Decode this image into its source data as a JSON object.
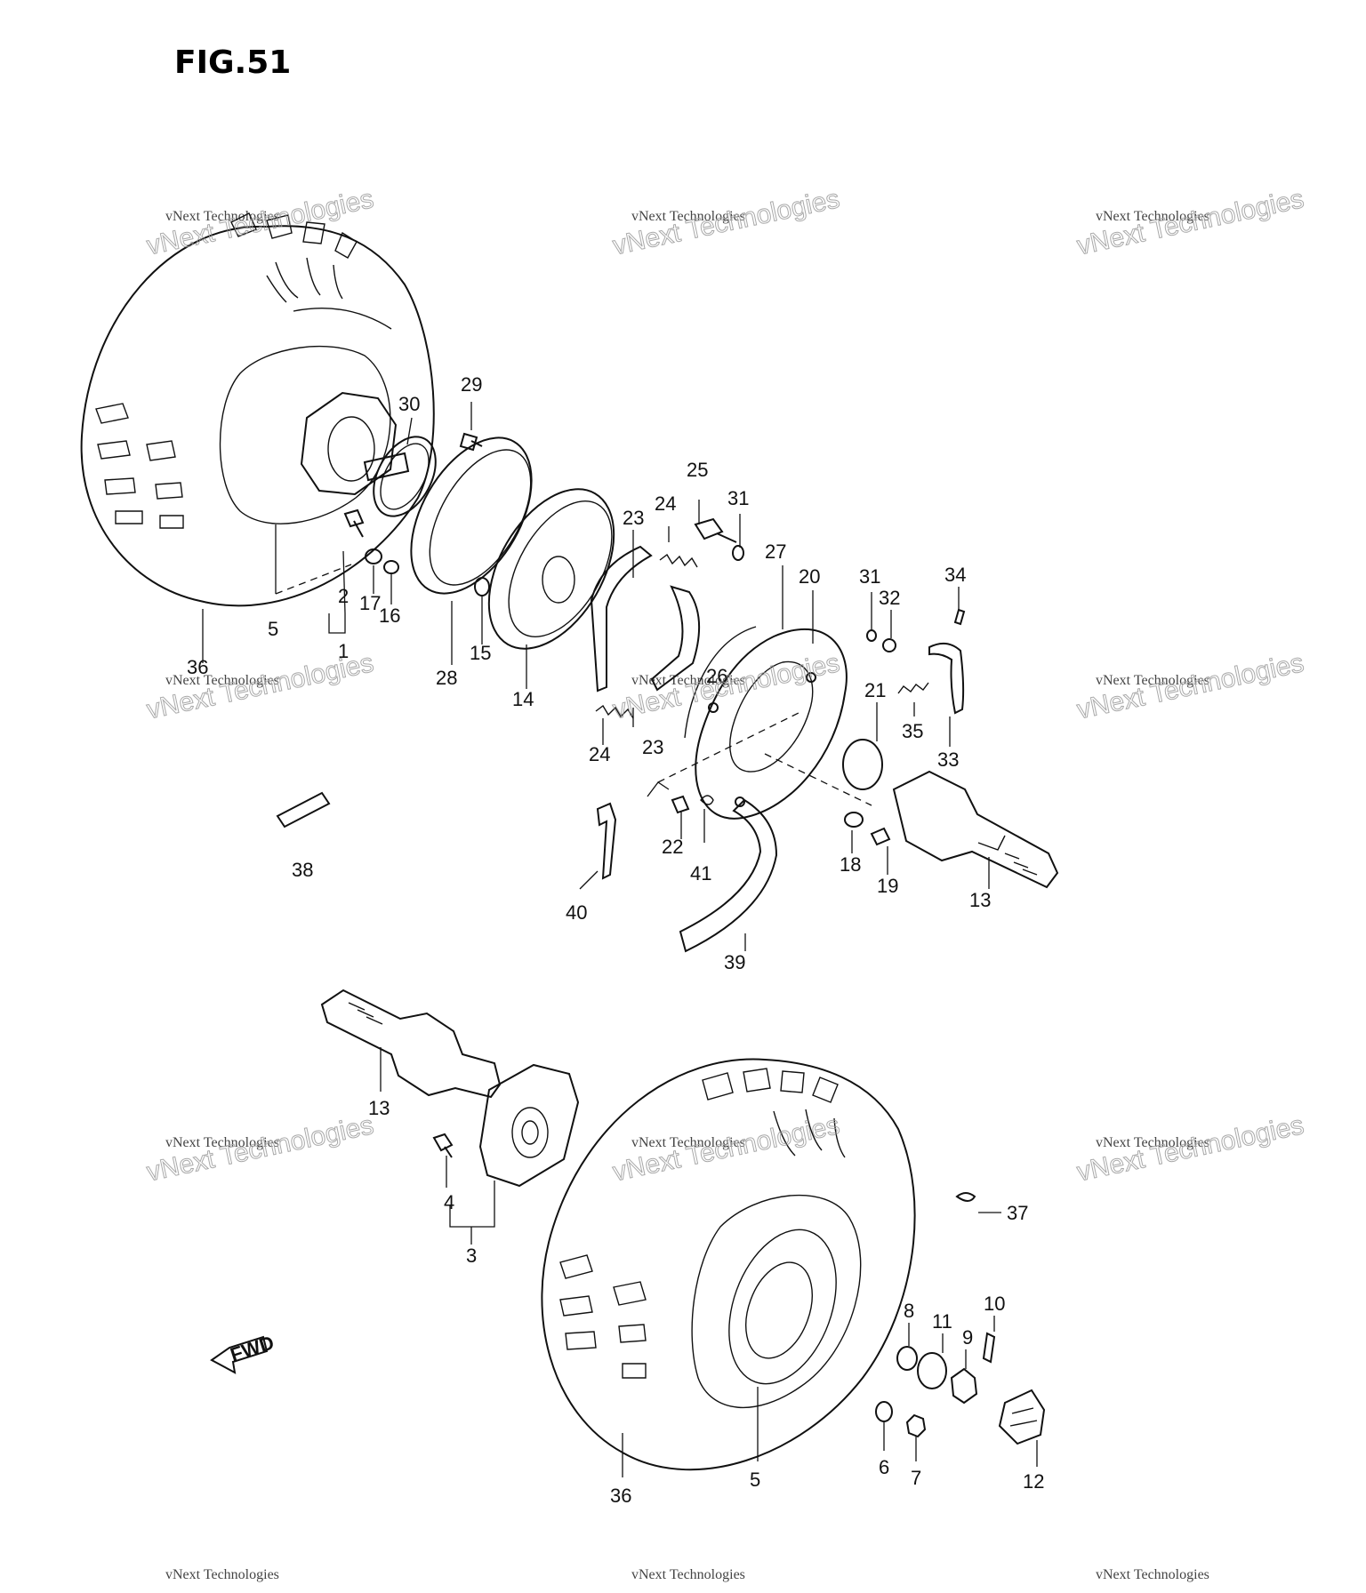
{
  "figure": {
    "title": "FIG.51"
  },
  "fwd_label": "FWD",
  "watermark": {
    "line1": "vNext Technologies",
    "line2": "vNext Technologies"
  },
  "callouts": [
    "1",
    "2",
    "3",
    "4",
    "5",
    "5",
    "6",
    "7",
    "8",
    "9",
    "10",
    "11",
    "12",
    "13",
    "13",
    "14",
    "15",
    "16",
    "17",
    "18",
    "19",
    "20",
    "21",
    "22",
    "23",
    "23",
    "24",
    "24",
    "25",
    "26",
    "27",
    "28",
    "29",
    "30",
    "31",
    "31",
    "32",
    "33",
    "34",
    "35",
    "36",
    "36",
    "37",
    "38",
    "39",
    "40",
    "41"
  ]
}
